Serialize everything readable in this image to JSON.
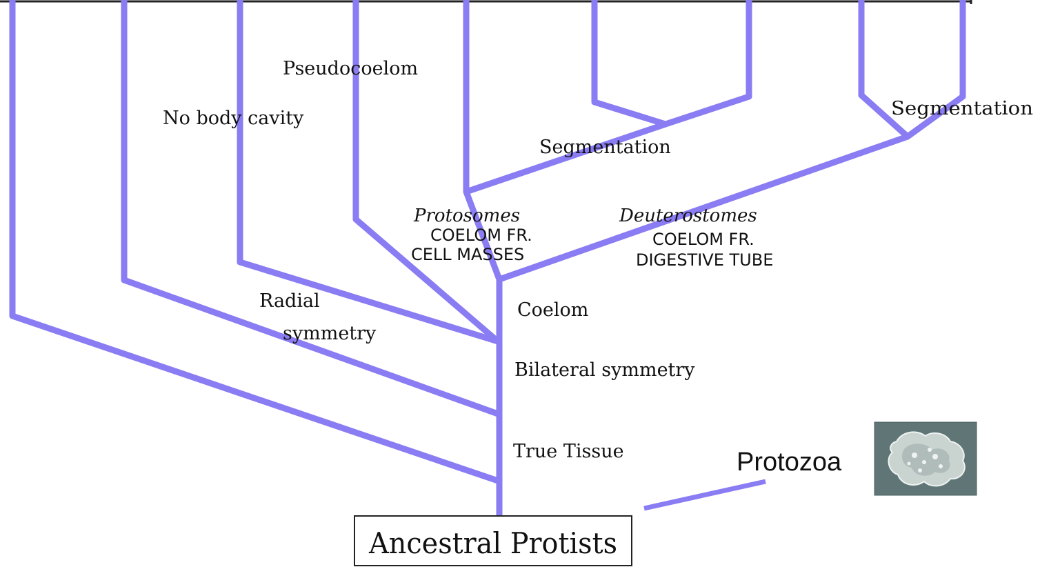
{
  "colors": {
    "branch": "#8A7CF2",
    "frame": "#222222",
    "label": "#111111",
    "photo_bg": "#5f7576"
  },
  "labels": {
    "pseudocoelom": "Pseudocoelom",
    "no_body_cavity": "No body cavity",
    "segmentation_mid": "Segmentation",
    "segmentation_right": "Segmentation",
    "protostomes": "Protosomes",
    "protostomes_coelom": "COELOM FR.",
    "protostomes_cells": "CELL MASSES",
    "deuterostomes": "Deuterostomes",
    "deuterostomes_coelom": "COELOM FR.",
    "deuterostomes_tube": "DIGESTIVE TUBE",
    "radial_line1": "Radial",
    "radial_line2": "symmetry",
    "coelom": "Coelom",
    "bilateral": "Bilateral symmetry",
    "true_tissue": "True Tissue",
    "protozoa": "Protozoa",
    "root": "Ancestral Protists"
  },
  "image": {
    "icon": "amoeba-photo"
  }
}
